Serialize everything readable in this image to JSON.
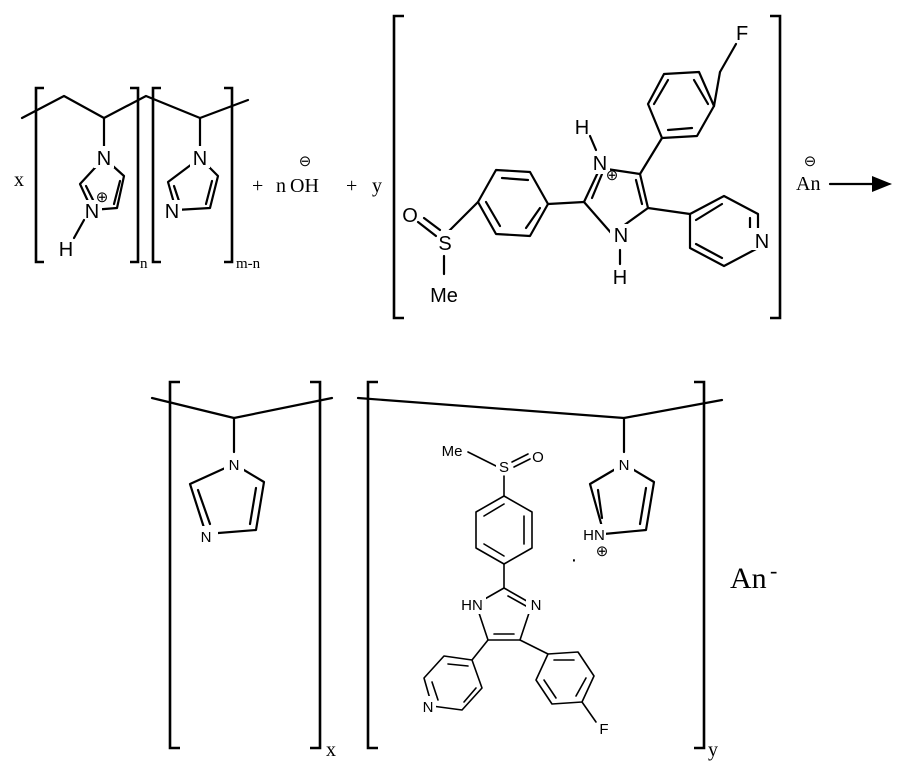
{
  "reactants": {
    "coef_x": "x",
    "coef_n_oh": "n",
    "hydroxide": "OH",
    "neg_charge": "⊖",
    "pos_charge": "⊕",
    "plus": "+",
    "coef_y": "y",
    "sub_n": "n",
    "sub_m_n": "m-n",
    "anion": "An",
    "labels": {
      "N": "N",
      "H": "H",
      "F": "F",
      "S": "S",
      "O": "O",
      "Me": "Me"
    }
  },
  "products": {
    "sub_x": "x",
    "sub_y": "y",
    "anion": "An",
    "anion_charge": "-",
    "dot": "·",
    "labels": {
      "N": "N",
      "HN": "HN",
      "F": "F",
      "S": "S",
      "O": "O",
      "Me": "Me"
    }
  },
  "icons": [
    "reaction-arrow-icon",
    "positive-charge-icon",
    "negative-charge-icon"
  ]
}
